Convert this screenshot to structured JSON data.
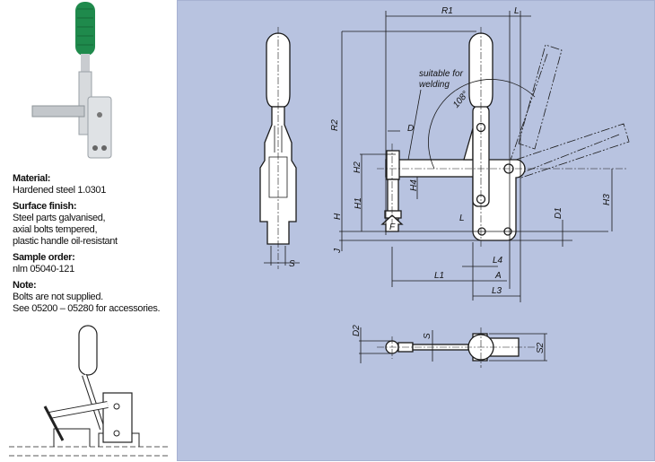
{
  "specs": [
    {
      "heading": "Material:",
      "lines": [
        "Hardened steel 1.0301"
      ]
    },
    {
      "heading": "Surface finish:",
      "lines": [
        "Steel parts galvanised,",
        "axial bolts tempered,",
        "plastic handle oil-resistant"
      ]
    },
    {
      "heading": "Sample order:",
      "lines": [
        "nlm 05040-121"
      ]
    },
    {
      "heading": "Note:",
      "lines": [
        "Bolts are not supplied.",
        "See 05200 – 05280 for accessories."
      ]
    }
  ],
  "drawing": {
    "annotation": "suitable for",
    "annotation2": "welding",
    "angle": "108°",
    "dims": {
      "R1": "R1",
      "L_top": "L",
      "R2": "R2",
      "D": "D",
      "H2": "H2",
      "H4": "H4",
      "H1": "H1",
      "H": "H",
      "J": "J",
      "F": "F",
      "L_mid": "L",
      "D1": "D1",
      "H3": "H3",
      "L4": "L4",
      "L1": "L1",
      "A": "A",
      "L3": "L3",
      "S_side": "S",
      "D2": "D2",
      "S_bottom": "S",
      "S2": "S2"
    }
  },
  "colors": {
    "panel": "#b8c3e0",
    "handle_green": "#1f8a4c"
  }
}
